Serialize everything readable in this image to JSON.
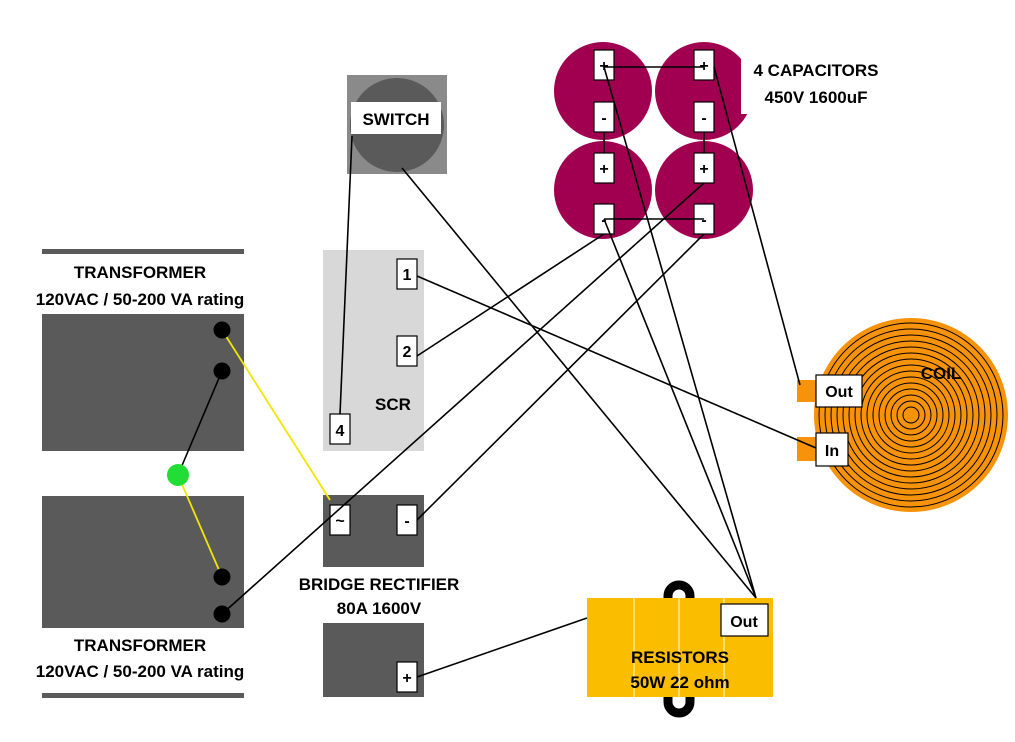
{
  "transformer_top": {
    "title": "TRANSFORMER",
    "rating": "120VAC / 50-200 VA rating"
  },
  "transformer_bottom": {
    "title": "TRANSFORMER",
    "rating": "120VAC / 50-200 VA rating"
  },
  "switch": {
    "label": "SWITCH"
  },
  "scr": {
    "label": "SCR",
    "pin1": "1",
    "pin2": "2",
    "pin4": "4"
  },
  "capacitors": {
    "title": "4 CAPACITORS",
    "rating": "450V 1600uF",
    "plus": "+",
    "minus": "-"
  },
  "rectifier": {
    "title": "BRIDGE RECTIFIER",
    "rating": "80A 1600V",
    "ac": "~",
    "minus": "-",
    "plus": "+"
  },
  "coil": {
    "label": "COIL",
    "out": "Out",
    "in": "In"
  },
  "resistors": {
    "title": "RESISTORS",
    "rating": "50W 22 ohm",
    "out": "Out"
  },
  "colors": {
    "transformer": "#5a5a5a",
    "capacitor": "#a0004f",
    "coil": "#f7930a",
    "resistor": "#fbbd00",
    "scr": "#d8d8d8",
    "switch_box": "#8a8a8a",
    "junction": "#22dd33",
    "yellow_wire": "#f2e600"
  }
}
